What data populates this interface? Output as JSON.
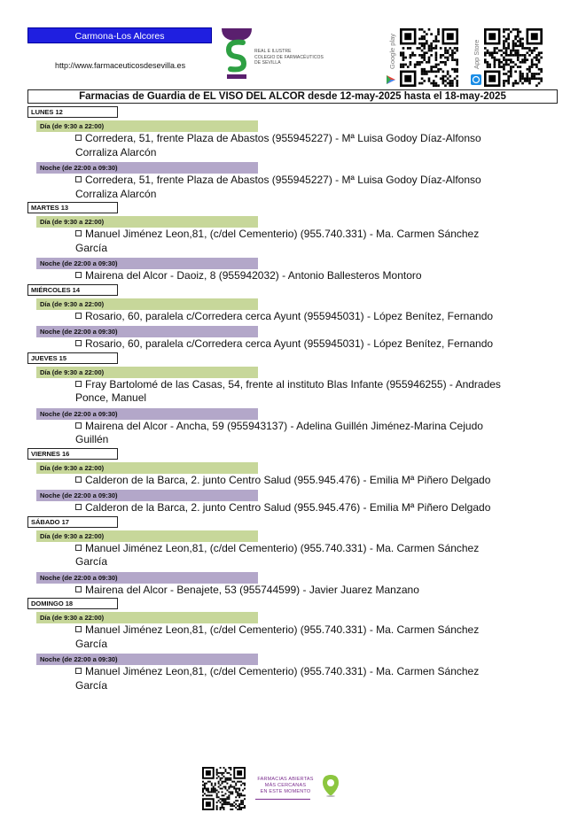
{
  "header": {
    "region": "Carmona-Los Alcores",
    "url": "http://www.farmaceuticosdesevilla.es",
    "college_lines": [
      "REAL E ILUSTRE",
      "COLEGIO DE FARMACÉUTICOS",
      "DE SEVILLA"
    ],
    "google_play": "Google play",
    "app_store": "App Store",
    "logo_icon": "college-logo-icon",
    "brand_color": "#5a1f6e",
    "logo_green": "#2ea043"
  },
  "title": "Farmacias de Guardia de EL VISO DEL ALCOR desde 12-may-2025 hasta el 18-may-2025",
  "days": [
    {
      "label": "LUNES 12",
      "day_shift": "Día (de 9:30 a 22:00)",
      "day_entries": [
        "Corredera, 51, frente Plaza de Abastos (955945227) - Mª Luisa Godoy Díaz-Alfonso Corraliza Alarcón"
      ],
      "night_shift": "Noche (de 22:00 a 09:30)",
      "night_entries": [
        "Corredera, 51, frente Plaza de Abastos (955945227) - Mª Luisa Godoy Díaz-Alfonso Corraliza Alarcón"
      ]
    },
    {
      "label": "MARTES 13",
      "day_shift": "Día (de 9:30 a 22:00)",
      "day_entries": [
        "Manuel Jiménez Leon,81, (c/del Cementerio) (955.740.331) - Ma. Carmen Sánchez García"
      ],
      "night_shift": "Noche (de 22:00 a 09:30)",
      "night_entries": [
        "Mairena del Alcor - Daoiz, 8 (955942032) - Antonio Ballesteros Montoro"
      ]
    },
    {
      "label": "MIÉRCOLES 14",
      "day_shift": "Día (de 9:30 a 22:00)",
      "day_entries": [
        "Rosario, 60, paralela c/Corredera cerca Ayunt (955945031) - López Benítez, Fernando"
      ],
      "night_shift": "Noche (de 22:00 a 09:30)",
      "night_entries": [
        "Rosario, 60, paralela c/Corredera cerca Ayunt (955945031) - López Benítez, Fernando"
      ]
    },
    {
      "label": "JUEVES 15",
      "day_shift": "Día (de 9:30 a 22:00)",
      "day_entries": [
        "Fray Bartolomé de las Casas, 54, frente al instituto Blas Infante (955946255) - Andrades Ponce, Manuel"
      ],
      "night_shift": "Noche (de 22:00 a 09:30)",
      "night_entries": [
        "Mairena del Alcor - Ancha, 59 (955943137) - Adelina Guillén Jiménez-Marina Cejudo Guillén"
      ]
    },
    {
      "label": "VIERNES 16",
      "day_shift": "Día (de 9:30 a 22:00)",
      "day_entries": [
        "Calderon de la Barca, 2. junto Centro Salud (955.945.476) - Emilia Mª Piñero Delgado"
      ],
      "night_shift": "Noche (de 22:00 a 09:30)",
      "night_entries": [
        "Calderon de la Barca, 2. junto Centro Salud (955.945.476) - Emilia Mª Piñero Delgado"
      ]
    },
    {
      "label": "SÁBADO 17",
      "day_shift": "Día (de 9:30 a 22:00)",
      "day_entries": [
        "Manuel Jiménez Leon,81, (c/del Cementerio) (955.740.331) - Ma. Carmen Sánchez García"
      ],
      "night_shift": "Noche (de 22:00 a 09:30)",
      "night_entries": [
        "Mairena del Alcor - Benajete, 53 (955744599) - Javier Juarez Manzano"
      ]
    },
    {
      "label": "DOMINGO 18",
      "day_shift": "Día (de 9:30 a 22:00)",
      "day_entries": [
        "Manuel Jiménez Leon,81, (c/del Cementerio) (955.740.331) - Ma. Carmen Sánchez García"
      ],
      "night_shift": "Noche (de 22:00 a 09:30)",
      "night_entries": [
        "Manuel Jiménez Leon,81, (c/del Cementerio) (955.740.331) - Ma. Carmen Sánchez García"
      ]
    }
  ],
  "footer": {
    "lines": [
      "FARMACIAS ABIERTAS",
      "MÁS CERCANAS",
      "EN ESTE MOMENTO"
    ],
    "pin_icon": "location-pin-icon"
  }
}
